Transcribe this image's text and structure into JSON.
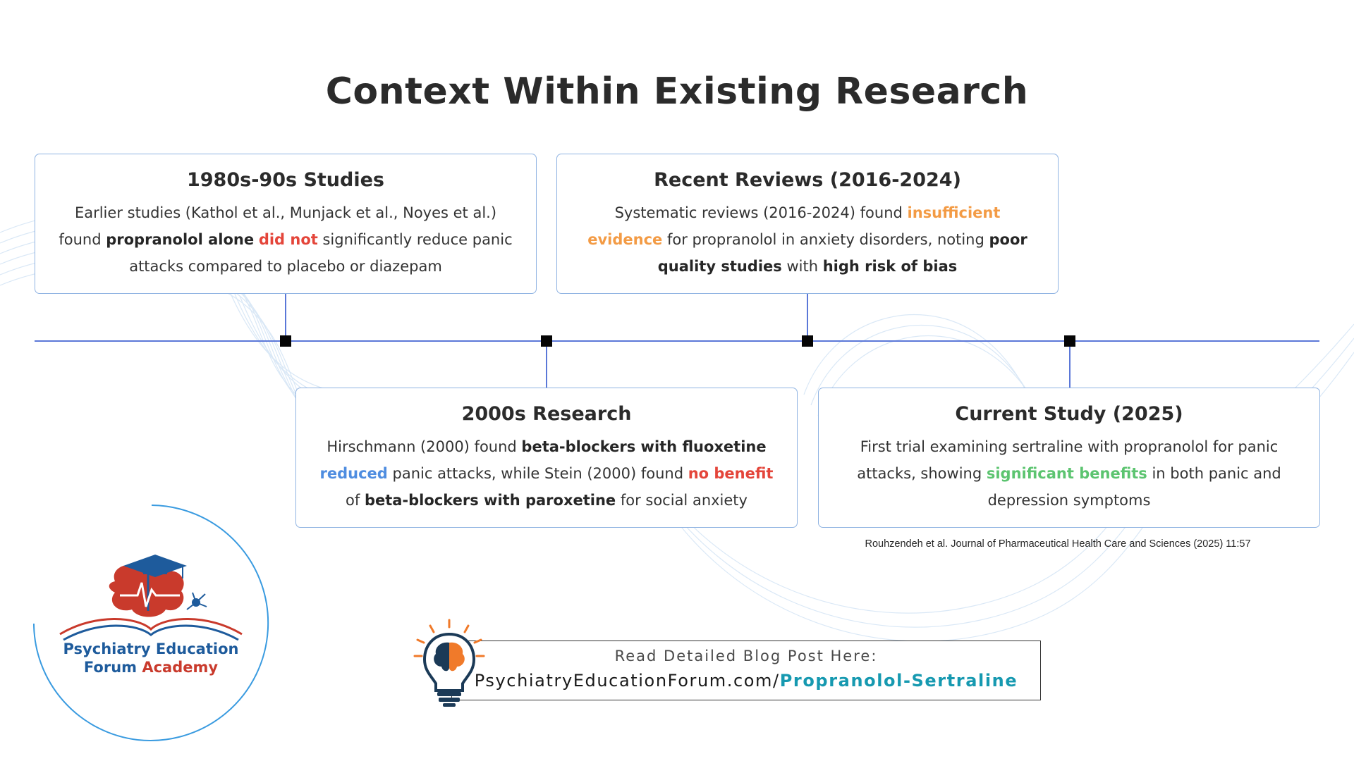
{
  "title": "Context Within Existing Research",
  "colors": {
    "timeline": "#5b78d8",
    "card_border": "#8fb3e2",
    "red": "#e4453a",
    "orange": "#f39b45",
    "blue": "#4f8de0",
    "green": "#5cc470",
    "teal": "#1699b0"
  },
  "cards": [
    {
      "title": "1980s-90s Studies",
      "segments": [
        {
          "text": "Earlier studies (Kathol et al., Munjack et al., Noyes et al.) found "
        },
        {
          "text": "propranolol alone",
          "style": "bold"
        },
        {
          "text": " "
        },
        {
          "text": "did not",
          "style": "red"
        },
        {
          "text": " significantly reduce panic attacks compared to placebo or diazepam"
        }
      ]
    },
    {
      "title": "2000s Research",
      "segments": [
        {
          "text": "Hirschmann (2000) found "
        },
        {
          "text": "beta-blockers with fluoxetine",
          "style": "bold"
        },
        {
          "text": " "
        },
        {
          "text": "reduced",
          "style": "blue"
        },
        {
          "text": " panic attacks, while Stein (2000) found "
        },
        {
          "text": "no benefit",
          "style": "red"
        },
        {
          "text": " of "
        },
        {
          "text": "beta-blockers with paroxetine",
          "style": "bold"
        },
        {
          "text": " for social anxiety"
        }
      ]
    },
    {
      "title": "Recent Reviews (2016-2024)",
      "segments": [
        {
          "text": "Systematic reviews (2016-2024) found "
        },
        {
          "text": "insufficient evidence",
          "style": "orange"
        },
        {
          "text": " for propranolol in anxiety disorders, noting "
        },
        {
          "text": "poor quality studies",
          "style": "bold"
        },
        {
          "text": " with "
        },
        {
          "text": "high risk of bias",
          "style": "bold"
        }
      ]
    },
    {
      "title": "Current Study (2025)",
      "segments": [
        {
          "text": "First trial examining sertraline with propranolol for panic attacks, showing "
        },
        {
          "text": "significant benefits",
          "style": "green"
        },
        {
          "text": " in both panic and depression symptoms"
        }
      ]
    }
  ],
  "citation": "Rouhzendeh et al. Journal of Pharmaceutical Health Care and Sciences (2025) 11:57",
  "logo": {
    "line1": "Psychiatry Education",
    "line2_blue": "Forum",
    "line2_red": "Academy",
    "icon": "graduation-cap-brain-icon"
  },
  "blog": {
    "label": "Read Detailed Blog Post Here:",
    "url_domain": "PsychiatryEducationForum.com/",
    "url_path": "Propranolol-Sertraline",
    "icon": "lightbulb-brain-icon"
  }
}
